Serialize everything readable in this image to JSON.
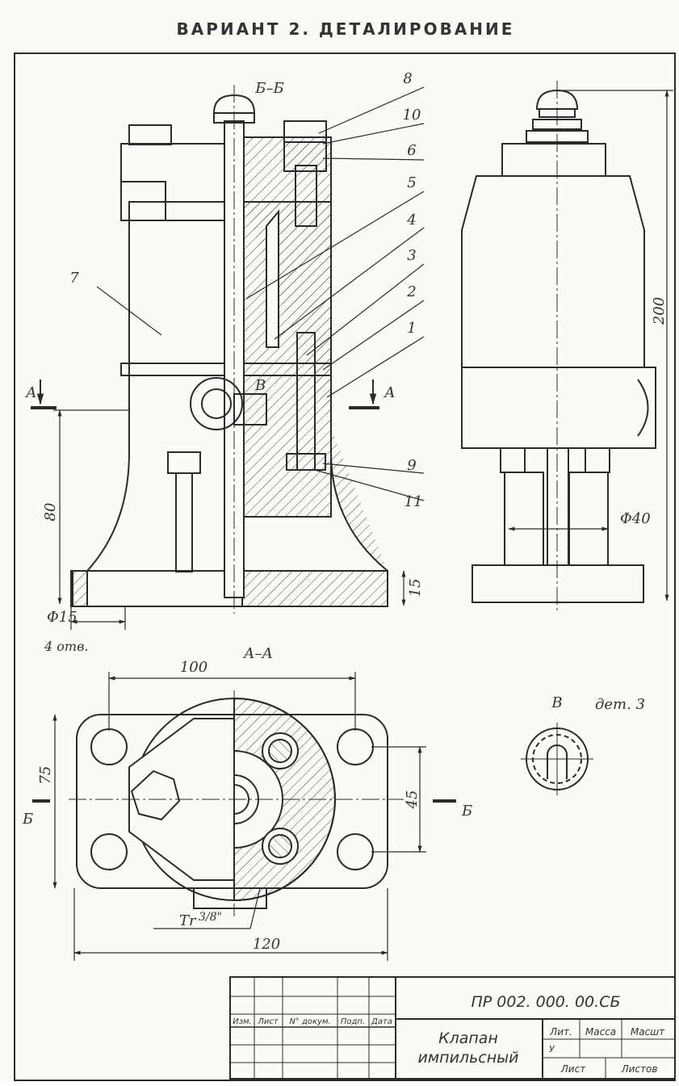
{
  "header": {
    "title": "ВАРИАНТ 2. ДЕТАЛИРОВАНИЕ"
  },
  "views": {
    "section_bb": "Б–Б",
    "section_aa": "А–А",
    "view_v": "В",
    "view_v_ref": "дет. 3",
    "cut_a": "А",
    "cut_b": "Б",
    "arrow_v": "В"
  },
  "callouts": [
    "8",
    "10",
    "6",
    "5",
    "4",
    "3",
    "2",
    "1",
    "7",
    "9",
    "11"
  ],
  "dimensions": {
    "h80": "80",
    "h15": "15",
    "h200": "200",
    "d15": "Φ15",
    "holes": "4 отв.",
    "d40": "Φ40",
    "w100": "100",
    "w120": "120",
    "h75": "75",
    "h45": "45",
    "thread": "Tr",
    "thread_size": "3/8\""
  },
  "title_block": {
    "designation": "ПР 002. 000. 00.СБ",
    "name_line1": "Клапан",
    "name_line2": "импильсный",
    "cols": [
      "Изм.",
      "Лист",
      "N° докум.",
      "Подп.",
      "Дата"
    ],
    "lit": "Лит.",
    "mass": "Масса",
    "scale": "Масшт",
    "lit_value": "У",
    "sheet": "Лист",
    "sheets": "Листов"
  },
  "colors": {
    "ink": "#2a2a2a",
    "paper": "#fbfaf6"
  }
}
